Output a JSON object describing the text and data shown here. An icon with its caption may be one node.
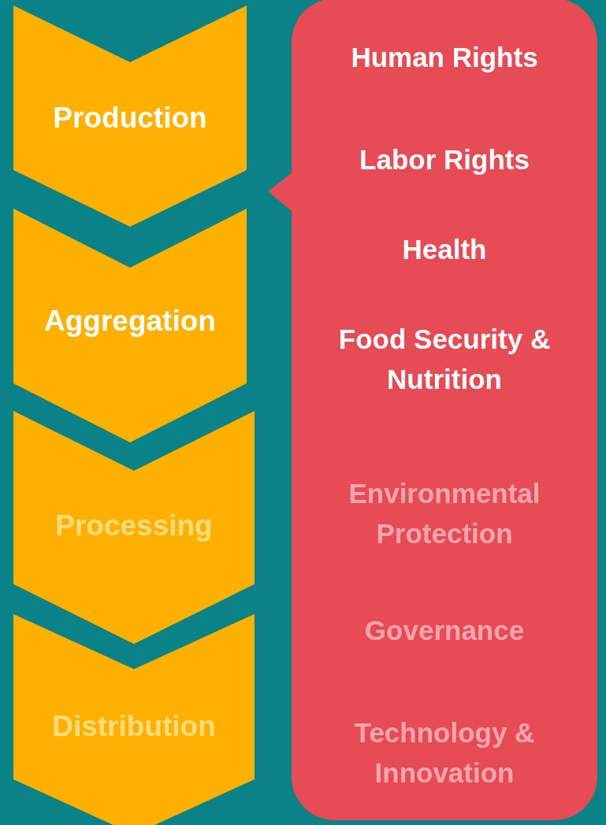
{
  "diagram": {
    "nodes": [
      {
        "text": [
          "Production"
        ]
      },
      {
        "text": [
          "Aggregation"
        ]
      },
      {
        "text": [
          "Processing"
        ]
      },
      {
        "text": [
          "Distribution"
        ]
      },
      {
        "text": [],
        "shape": "box"
      },
      {
        "text": [
          "Human Rights"
        ],
        "in": 4
      },
      {
        "text": [
          "Labor Rights"
        ],
        "in": 4
      },
      {
        "text": [
          "Health"
        ],
        "in": 4
      },
      {
        "text": [
          "Food Security & Nutrition"
        ],
        "in": 4
      },
      {
        "text": [
          "Environmental Protection"
        ],
        "in": 4
      },
      {
        "text": [
          "Governance"
        ],
        "in": 4
      },
      {
        "text": [
          "Technology & Innovation"
        ],
        "in": 4
      }
    ],
    "edges": []
  }
}
